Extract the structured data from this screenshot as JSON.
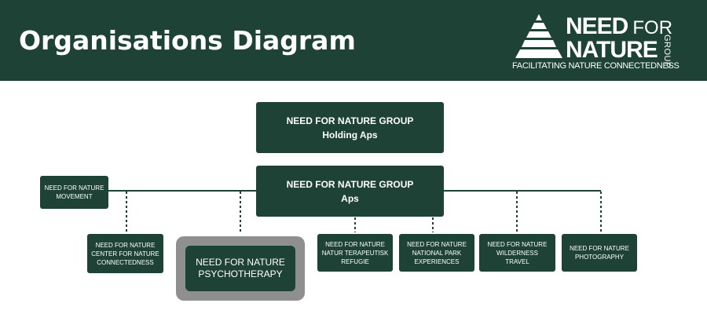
{
  "header": {
    "title": "Organisations Diagram",
    "logo": {
      "need": "NEED",
      "for": "FOR",
      "nature": "NATURE",
      "group": "GROUP",
      "tagline": "FACILITATING NATURE CONNECTEDNESS"
    }
  },
  "nodes": {
    "holding": {
      "line1": "NEED FOR NATURE GROUP",
      "line2": "Holding Aps"
    },
    "group": {
      "line1": "NEED FOR NATURE GROUP",
      "line2": "Aps"
    },
    "movement": {
      "line1": "NEED FOR NATURE",
      "line2": "MOVEMENT"
    },
    "center": {
      "line1": "NEED FOR NATURE",
      "line2": "CENTER FOR NATURE",
      "line3": "CONNECTEDNESS"
    },
    "psychotherapy": {
      "line1": "NEED FOR NATURE",
      "line2": "PSYCHOTHERAPY"
    },
    "natur": {
      "line1": "NEED FOR NATURE",
      "line2": "NATUR TERAPEUTISK",
      "line3": "REFUGIE"
    },
    "nationalpark": {
      "line1": "NEED FOR NATURE",
      "line2": "NATIONAL PARK",
      "line3": "EXPERIENCES"
    },
    "wilderness": {
      "line1": "NEED FOR NATURE",
      "line2": "WILDERNESS",
      "line3": "TRAVEL"
    },
    "photography": {
      "line1": "NEED FOR NATURE",
      "line2": "PHOTOGRAPHY"
    }
  },
  "colors": {
    "primary": "#1e4236",
    "frame": "#8f8f8f",
    "background": "#ffffff"
  }
}
